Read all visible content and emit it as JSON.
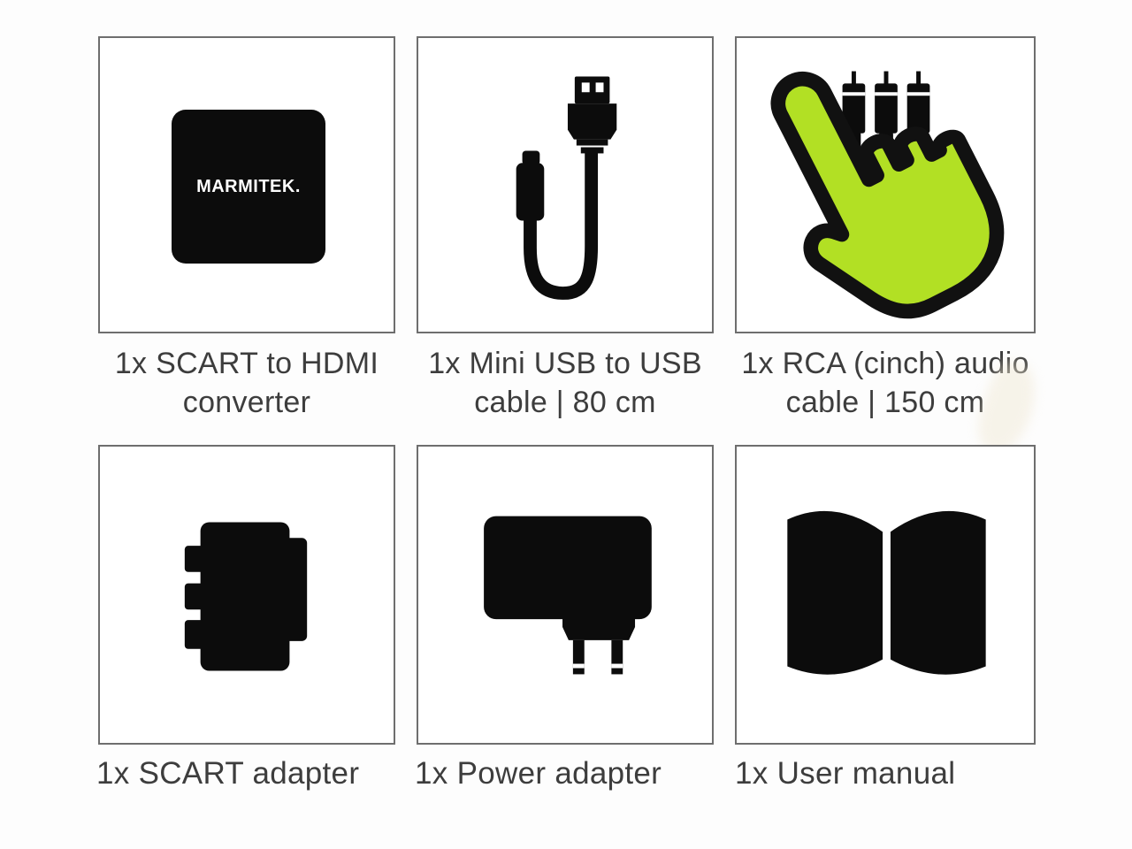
{
  "page": {
    "description": "Package contents overview grid (2 rows x 3 columns of product pictogram tiles)",
    "background_color": "#fdfdfd"
  },
  "colors": {
    "tile_border": "#6e6e6e",
    "tile_background": "#ffffff",
    "icon_black": "#0c0c0c",
    "caption_text": "#3d3d3d",
    "cursor_green": "#b2e024",
    "brand_text": "#ffffff"
  },
  "cursor": {
    "icon": "hand-pointer-cursor-icon",
    "color": "#b2e024",
    "hover_target": "rca-audio-cable-tile"
  },
  "items": [
    {
      "id": "scart-to-hdmi-converter",
      "icon": "marmitek-converter-icon",
      "brand_label": "MARMITEK.",
      "caption_line1": "1x SCART to HDMI",
      "caption_line2": "converter"
    },
    {
      "id": "mini-usb-cable",
      "icon": "usb-cable-icon",
      "caption_line1": "1x Mini USB to USB",
      "caption_line2": "cable | 80 cm"
    },
    {
      "id": "rca-audio-cable",
      "icon": "rca-cable-icon",
      "caption_line1": "1x RCA (cinch) audio",
      "caption_line2": "cable | 150 cm"
    },
    {
      "id": "scart-adapter",
      "icon": "scart-adapter-icon",
      "caption": "1x SCART adapter"
    },
    {
      "id": "power-adapter",
      "icon": "power-adapter-icon",
      "caption": "1x Power adapter"
    },
    {
      "id": "user-manual",
      "icon": "open-book-icon",
      "caption": "1x User manual"
    }
  ]
}
